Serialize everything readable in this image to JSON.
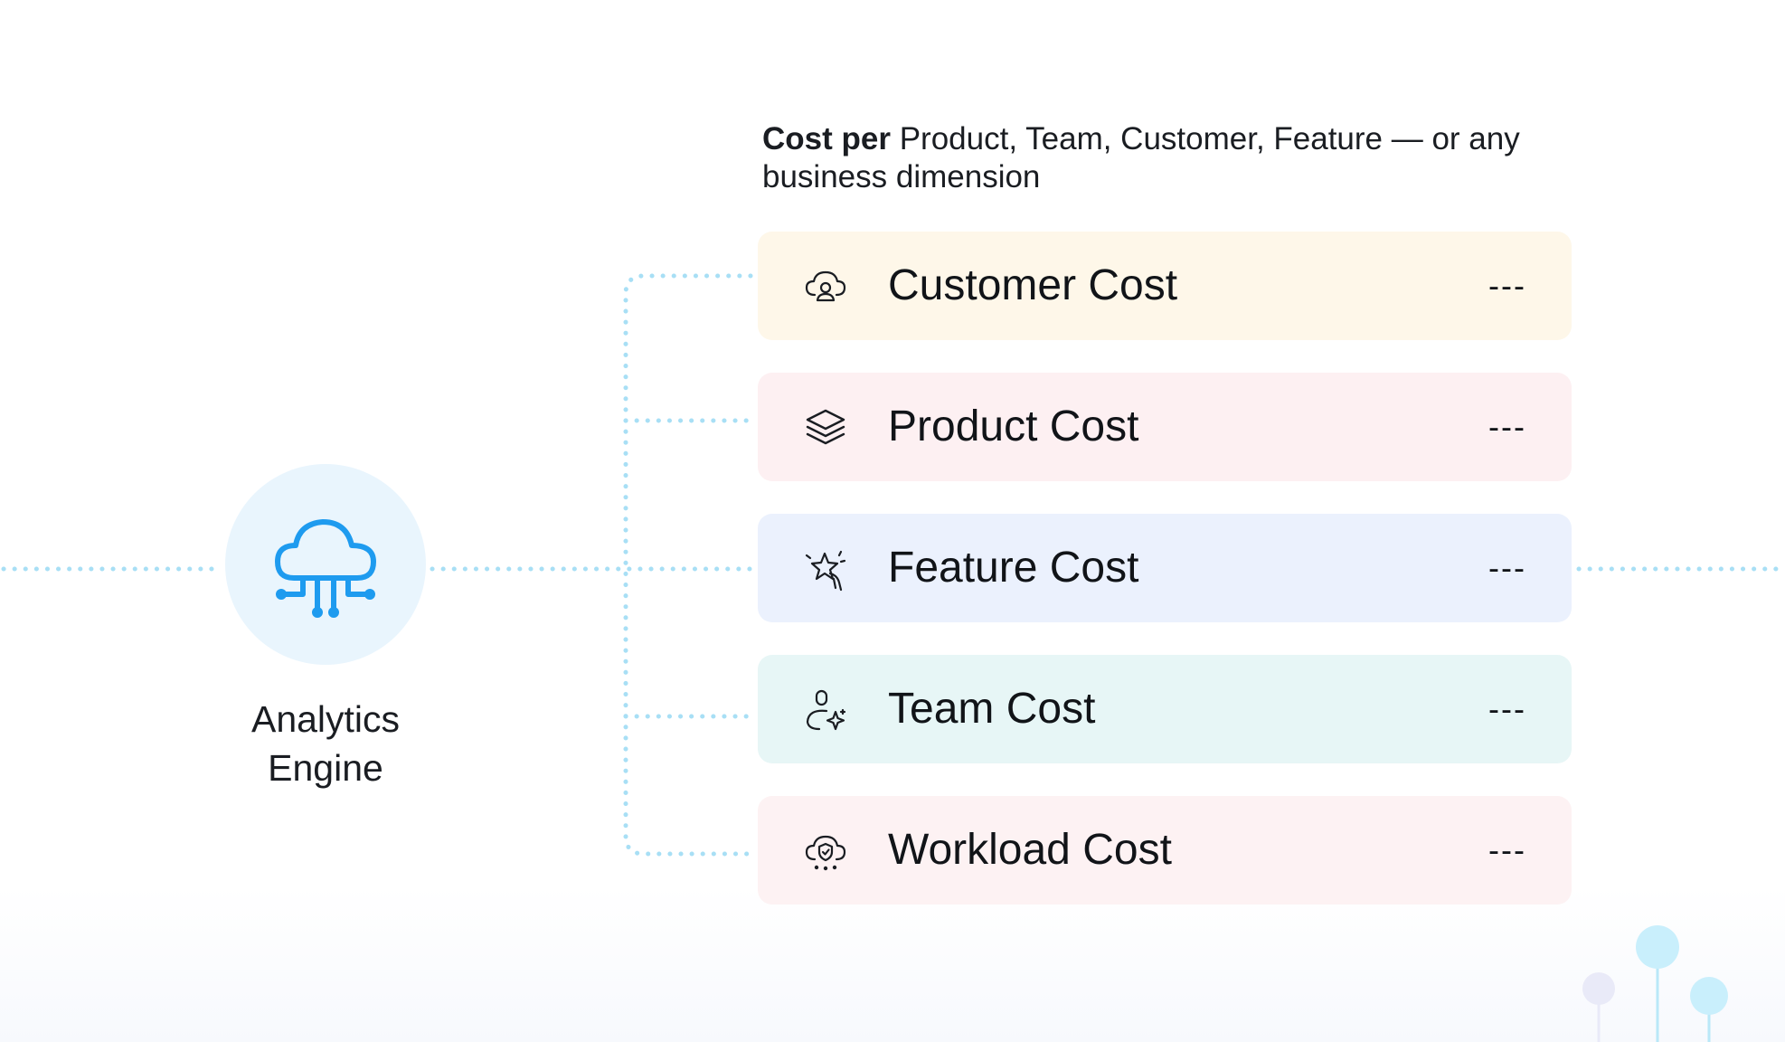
{
  "header": {
    "lead_bold": "Cost per",
    "lead_rest": "Product, Team, Customer, Feature — or any business dimension"
  },
  "engine": {
    "icon": "cloud-network-icon",
    "label_line1": "Analytics",
    "label_line2": "Engine",
    "accent_color": "#1e9bef"
  },
  "cards": [
    {
      "id": "customer",
      "icon": "cloud-user-icon",
      "label": "Customer Cost",
      "value": "---"
    },
    {
      "id": "product",
      "icon": "layers-icon",
      "label": "Product Cost",
      "value": "---"
    },
    {
      "id": "feature",
      "icon": "sparkle-star-hand-icon",
      "label": "Feature Cost",
      "value": "---"
    },
    {
      "id": "team",
      "icon": "person-sparkle-icon",
      "label": "Team Cost",
      "value": "---"
    },
    {
      "id": "workload",
      "icon": "cloud-shield-icon",
      "label": "Workload Cost",
      "value": "---"
    }
  ],
  "colors": {
    "connector": "#a8dff5",
    "customer_bg": "#fef7e9",
    "product_bg": "#fdf0f2",
    "feature_bg": "#ebf1fd",
    "team_bg": "#e7f6f6",
    "workload_bg": "#fdf2f3"
  }
}
